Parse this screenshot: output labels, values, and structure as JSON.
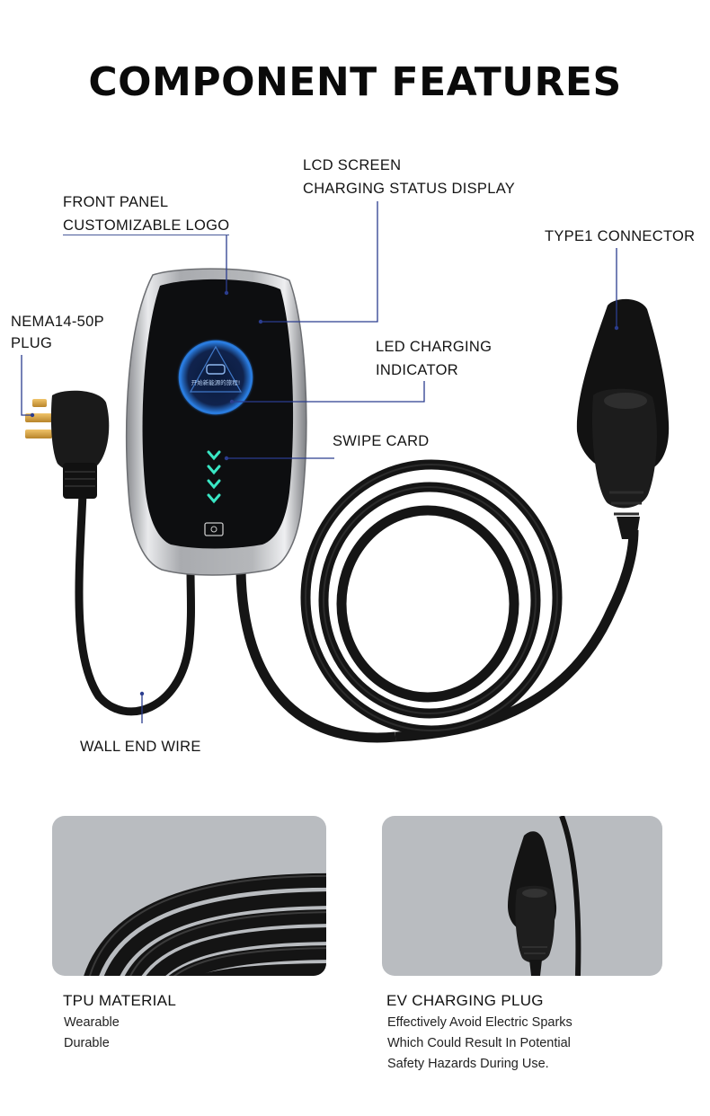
{
  "title": "COMPONENT FEATURES",
  "callouts": {
    "front_panel_line1": "FRONT PANEL",
    "front_panel_line2": "CUSTOMIZABLE LOGO",
    "lcd_line1": "LCD SCREEN",
    "lcd_line2": "CHARGING STATUS DISPLAY",
    "type1": "TYPE1 CONNECTOR",
    "nema_line1": "NEMA14-50P",
    "nema_line2": "PLUG",
    "led_line1": "LED CHARGING",
    "led_line2": "INDICATOR",
    "swipe": "SWIPE CARD",
    "wall_wire": "WALL END WIRE"
  },
  "screen_text": "开始新能源的旅程!",
  "features": [
    {
      "title": "TPU MATERIAL",
      "lines": [
        "Wearable",
        "Durable"
      ]
    },
    {
      "title": "EV CHARGING PLUG",
      "lines": [
        "Effectively Avoid Electric Sparks",
        "Which Could Result In Potential",
        "Safety Hazards During Use."
      ]
    }
  ],
  "colors": {
    "leader": "#2b3d8f",
    "led": "#39e6c4",
    "screen_glow": "#2a7de1",
    "panel_bg": "#b9bcc0"
  }
}
